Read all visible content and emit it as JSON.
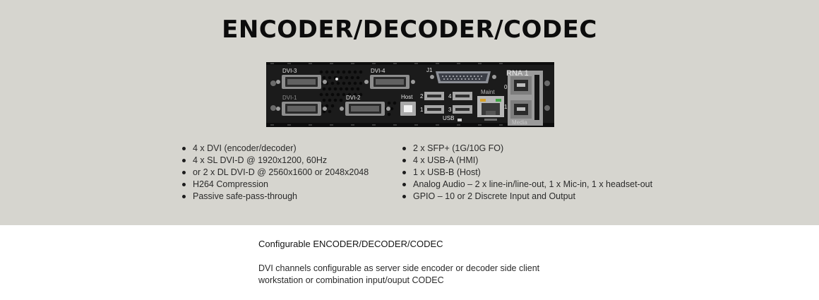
{
  "hero": {
    "title": "ENCODER/DECODER/CODEC",
    "device": {
      "labels": {
        "dvi3": "DVI-3",
        "dvi4": "DVI-4",
        "dvi1": "DVI-1",
        "dvi2": "DVI-2",
        "j1": "J1",
        "rna1": "RNA 1",
        "host": "Host",
        "usb": "USB",
        "maint": "Maint",
        "media": "Media",
        "p2": "2",
        "p4": "4",
        "p1": "1",
        "p3": "3",
        "sfp0": "0",
        "sfp1": "1"
      }
    },
    "features_left": [
      "4 x DVI (encoder/decoder)",
      "4 x SL DVI-D @ 1920x1200, 60Hz",
      "or 2 x DL DVI-D @ 2560x1600 or 2048x2048",
      "H264 Compression",
      "Passive safe-pass-through"
    ],
    "features_right": [
      "2 x SFP+ (1G/10G FO)",
      "4 x USB-A (HMI)",
      "1 x USB-B (Host)",
      "Analog Audio – 2 x line-in/line-out, 1 x Mic-in, 1 x headset-out",
      "GPIO – 10 or 2 Discrete Input and Output"
    ]
  },
  "section": {
    "title": "Configurable ENCODER/DECODER/CODEC",
    "description_lines": [
      "DVI channels configurable as server side encoder or decoder side client",
      "workstation or combination input/ouput CODEC"
    ]
  }
}
